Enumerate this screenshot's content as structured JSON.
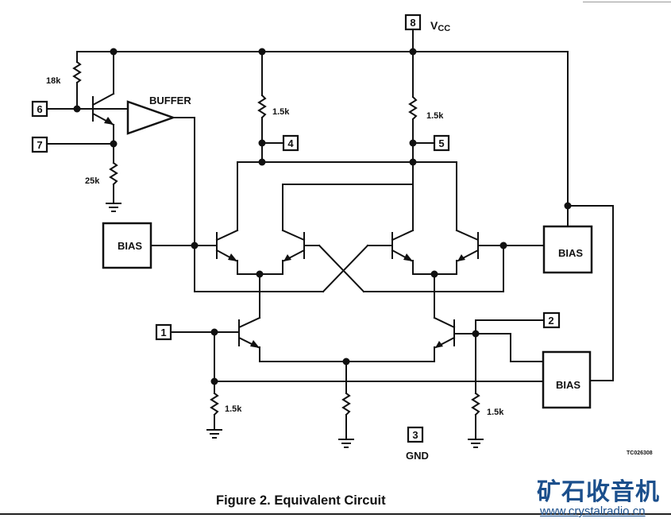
{
  "figure": {
    "caption": "Figure 2.  Equivalent Circuit",
    "code": "TC026308"
  },
  "pins": {
    "p1": "1",
    "p2": "2",
    "p3": "3",
    "p4": "4",
    "p5": "5",
    "p6": "6",
    "p7": "7",
    "p8": "8"
  },
  "labels": {
    "vcc": "V",
    "vcc_sub": "CC",
    "gnd": "GND",
    "buffer": "BUFFER",
    "bias": "BIAS"
  },
  "resistors": {
    "r_18k": "18k",
    "r_25k": "25k",
    "r_load_left": "1.5k",
    "r_load_right": "1.5k",
    "r_in_left": "1.5k",
    "r_in_right": "1.5k"
  },
  "watermark": {
    "chinese": "矿石收音机",
    "url": "www.crystalradio.cn"
  }
}
